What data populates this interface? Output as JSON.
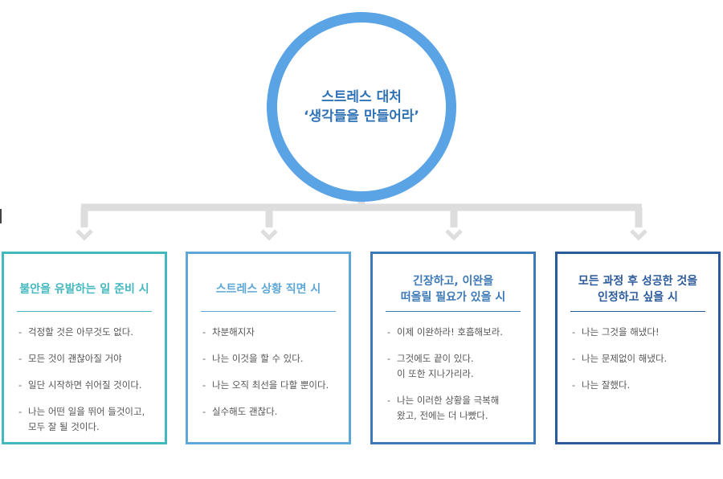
{
  "center": {
    "line1": "스트레스 대처",
    "line2": "‘생각들을 만들어라’"
  },
  "colors": {
    "circle": "#5aa3e4",
    "connector": "#dddddd",
    "card1": "#43b8bf",
    "card2": "#5ea7d7",
    "card3": "#3c79b6",
    "card4": "#2a5a99"
  },
  "cards": [
    {
      "title_lines": [
        "불안을 유발하는 일 준비 시"
      ],
      "items": [
        [
          "걱정할 것은 아무것도 없다."
        ],
        [
          "모든 것이 괜찮아질 거야"
        ],
        [
          "일단 시작하면 쉬어질 것이다."
        ],
        [
          "나는 어떤 일을 뛰어 들것이고,",
          "모두 잘 될 것이다."
        ]
      ]
    },
    {
      "title_lines": [
        "스트레스 상황 직면 시"
      ],
      "items": [
        [
          "차분해지자"
        ],
        [
          "나는 이것을 할 수 있다."
        ],
        [
          "나는 오직 최선을 다할 뿐이다."
        ],
        [
          "실수해도 괜찮다."
        ]
      ]
    },
    {
      "title_lines": [
        "긴장하고, 이완을",
        "떠올릴 필요가 있을 시"
      ],
      "items": [
        [
          "이제 이완하라!  호흡해보라."
        ],
        [
          "그것에도 끝이 있다.",
          "이 또한 지나가리라."
        ],
        [
          "나는 이러한 상황을 극복해",
          "왔고, 전에는 더 나빴다."
        ]
      ]
    },
    {
      "title_lines": [
        "모든 과정 후 성공한 것을",
        "인정하고 싶을 시"
      ],
      "items": [
        [
          "나는 그것을 해냈다!"
        ],
        [
          "나는 문제없이 해냈다."
        ],
        [
          "나는 잘했다."
        ]
      ]
    }
  ]
}
